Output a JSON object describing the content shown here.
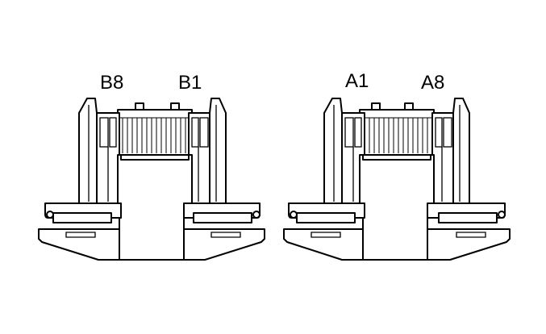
{
  "connectors": [
    {
      "id": "B",
      "pin_labels": {
        "left": "B8",
        "right": "B1"
      }
    },
    {
      "id": "A",
      "pin_labels": {
        "left": "A1",
        "right": "A8"
      }
    }
  ],
  "colors": {
    "line": "#000000",
    "fill": "#ffffff",
    "background": "#ffffff"
  }
}
